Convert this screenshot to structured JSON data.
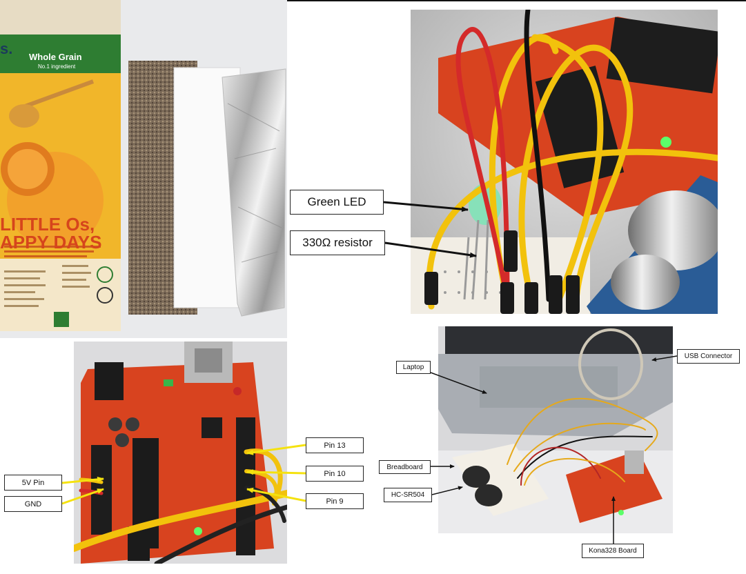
{
  "cereal_box": {
    "badge": "Whole Grain",
    "badge_sub": "No.1 ingredient",
    "slogan_line1": "LITTLE Os,",
    "slogan_line2": "APPY DAYS",
    "brand_fragment": "s."
  },
  "labels": {
    "green_led": "Green LED",
    "resistor": "330Ω resistor",
    "pin13": "Pin 13",
    "pin10": "Pin 10",
    "pin9": "Pin 9",
    "pin5v": "5V Pin",
    "gnd": "GND",
    "laptop": "Laptop",
    "usb": "USB Connector",
    "breadboard": "Breadboard",
    "sensor": "HC-SR504",
    "board": "Kona328 Board"
  },
  "colors": {
    "arduino_red": "#d8431f",
    "wire_yellow": "#f2c20c",
    "wire_red": "#d42a2a",
    "led_green": "#7fe3b7"
  }
}
